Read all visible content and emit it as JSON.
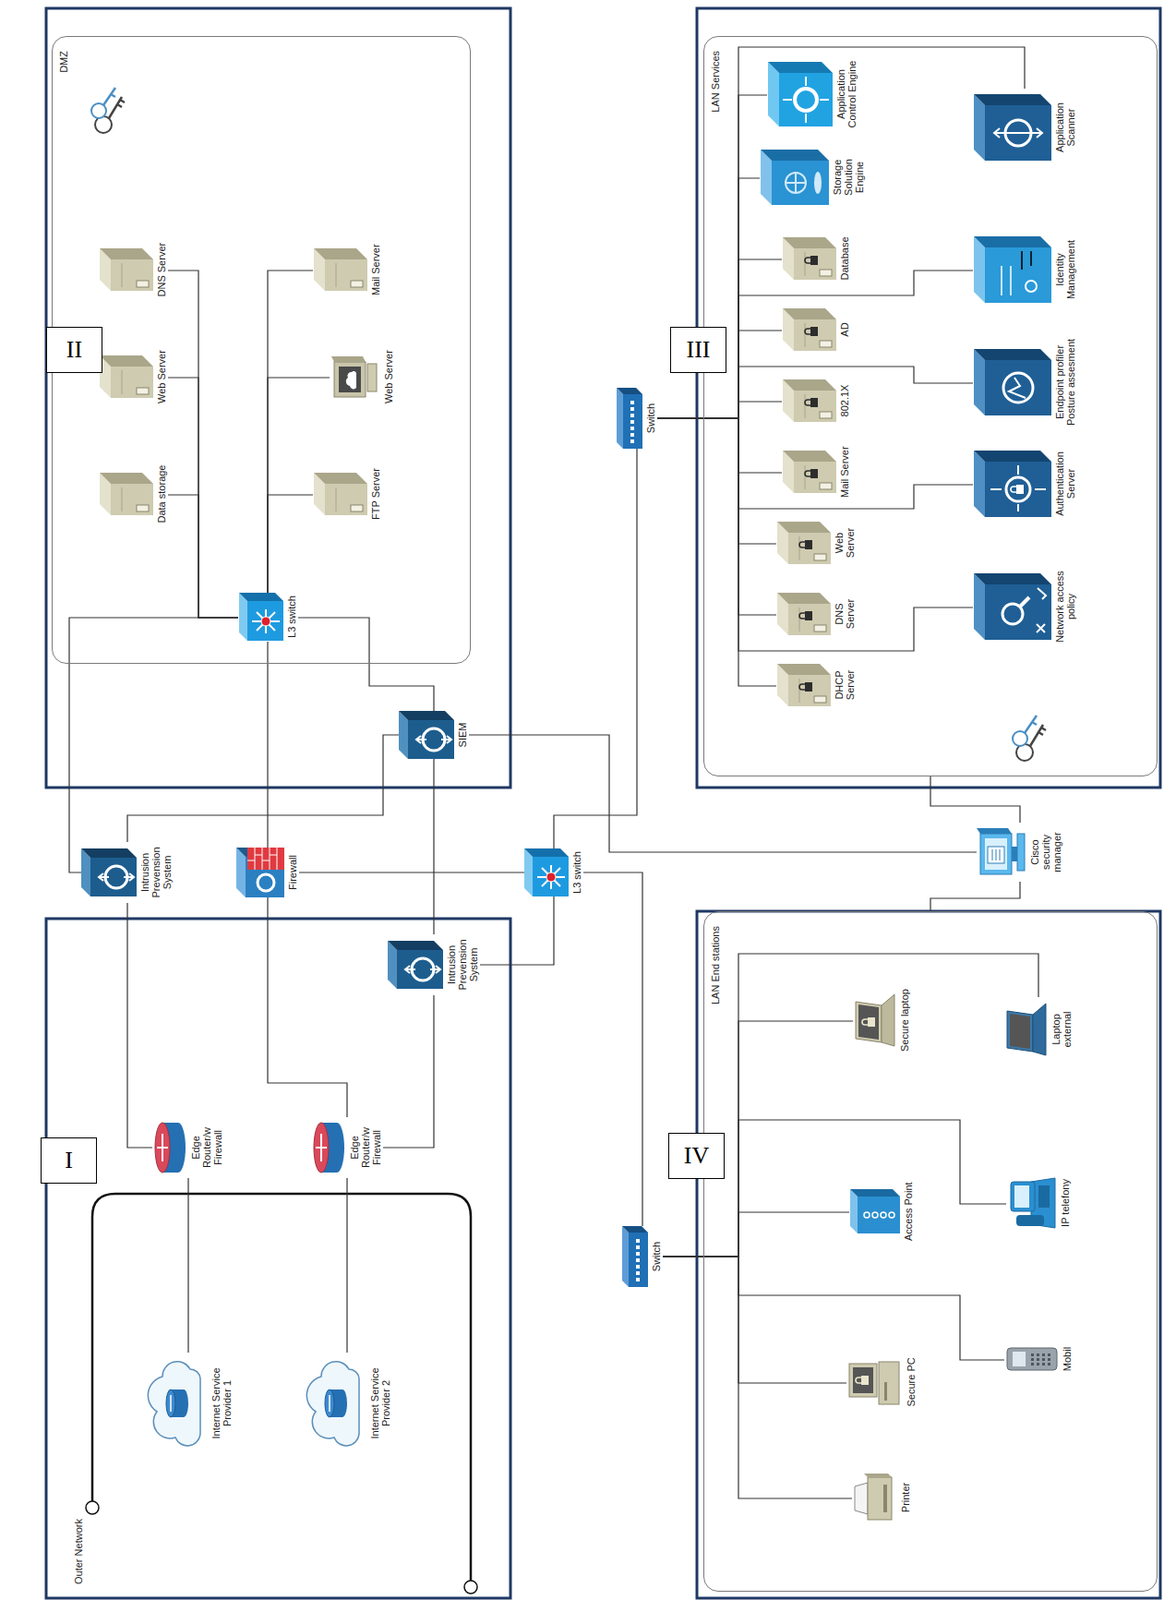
{
  "diagram": {
    "nodes": [
      {
        "text": [
          "DMZ"
        ]
      },
      {
        "text": [
          "Data storage"
        ],
        "in": 0
      },
      {
        "text": [
          "Web Server"
        ],
        "in": 0
      },
      {
        "text": [
          "DNS Server"
        ],
        "in": 0
      },
      {
        "text": [
          "FTP Server"
        ],
        "in": 0
      },
      {
        "text": [
          "Web Server"
        ],
        "in": 0
      },
      {
        "text": [
          "Mail Server"
        ],
        "in": 0
      },
      {
        "text": [
          "L3 switch"
        ],
        "in": 0
      },
      {
        "text": [
          "LAN Services"
        ]
      },
      {
        "text": [
          "DHCP Server"
        ],
        "in": 8
      },
      {
        "text": [
          "DNS Server"
        ],
        "in": 8
      },
      {
        "text": [
          "Web Server"
        ],
        "in": 8
      },
      {
        "text": [
          "Mail Server"
        ],
        "in": 8
      },
      {
        "text": [
          "802.1X"
        ],
        "in": 8
      },
      {
        "text": [
          "AD"
        ],
        "in": 8
      },
      {
        "text": [
          "Database"
        ],
        "in": 8
      },
      {
        "text": [
          "Storage Solution Engine"
        ],
        "in": 8
      },
      {
        "text": [
          "Application Control Engine"
        ],
        "in": 8
      },
      {
        "text": [
          "Network access policy"
        ],
        "in": 8
      },
      {
        "text": [
          "Authentication Server"
        ],
        "in": 8
      },
      {
        "text": [
          "Endpoint profiler Posture assesment"
        ],
        "in": 8
      },
      {
        "text": [
          "Identity Management"
        ],
        "in": 8
      },
      {
        "text": [
          "Application Scanner"
        ],
        "in": 8
      },
      {
        "text": [
          "Switch"
        ]
      },
      {
        "text": [
          "LAN End stations"
        ]
      },
      {
        "text": [
          "Secure laptop"
        ],
        "in": 24
      },
      {
        "text": [
          "Access Point"
        ],
        "in": 24
      },
      {
        "text": [
          "Secure PC"
        ],
        "in": 24
      },
      {
        "text": [
          "Printer"
        ],
        "in": 24
      },
      {
        "text": [
          "Laptop external"
        ],
        "in": 24
      },
      {
        "text": [
          "IP telefony"
        ],
        "in": 24
      },
      {
        "text": [
          "Mobil"
        ],
        "in": 24
      },
      {
        "text": [
          "Switch"
        ]
      },
      {
        "text": [
          "Internet Service Provider 1"
        ]
      },
      {
        "text": [
          "Internet Service Provider 2"
        ]
      },
      {
        "text": [
          "Edge Router/w Firewall"
        ]
      },
      {
        "text": [
          "Edge Router/w Firewall"
        ]
      },
      {
        "text": [
          "Intrusion Prevension System"
        ]
      },
      {
        "text": [
          "Firewall"
        ]
      },
      {
        "text": [
          "Intrusion Prevension System"
        ]
      },
      {
        "text": [
          "L3 switch"
        ]
      },
      {
        "text": [
          "SIEM"
        ]
      },
      {
        "text": [
          "Cisco security manager"
        ]
      },
      {
        "text": [
          "I"
        ]
      },
      {
        "text": [
          "II"
        ]
      },
      {
        "text": [
          "III"
        ]
      },
      {
        "text": [
          "IV"
        ]
      }
    ],
    "edges": [
      {
        "from": 33,
        "to": 35,
        "arrow": "none"
      },
      {
        "from": 34,
        "to": 36,
        "arrow": "none"
      },
      {
        "from": 35,
        "to": 37,
        "arrow": "none"
      },
      {
        "from": 36,
        "to": 38,
        "arrow": "none"
      },
      {
        "from": 36,
        "to": 39,
        "arrow": "none"
      },
      {
        "from": 37,
        "to": 41,
        "arrow": "none"
      },
      {
        "from": 37,
        "to": 7,
        "arrow": "none"
      },
      {
        "from": 38,
        "to": 7,
        "arrow": "none"
      },
      {
        "from": 38,
        "to": 40,
        "arrow": "none"
      },
      {
        "from": 40,
        "to": 39,
        "arrow": "none"
      },
      {
        "from": 39,
        "to": 41,
        "arrow": "none"
      },
      {
        "from": 41,
        "to": 7,
        "arrow": "none"
      },
      {
        "from": 40,
        "to": 23,
        "arrow": "none"
      },
      {
        "from": 40,
        "to": 32,
        "arrow": "none"
      },
      {
        "from": 41,
        "to": 42,
        "arrow": "none"
      },
      {
        "from": 42,
        "to": 8,
        "arrow": "none"
      },
      {
        "from": 42,
        "to": 24,
        "arrow": "none"
      },
      {
        "from": 23,
        "to": 9,
        "arrow": "none"
      },
      {
        "from": 23,
        "to": 10,
        "arrow": "none"
      },
      {
        "from": 23,
        "to": 11,
        "arrow": "none"
      },
      {
        "from": 23,
        "to": 12,
        "arrow": "none"
      },
      {
        "from": 23,
        "to": 13,
        "arrow": "none"
      },
      {
        "from": 23,
        "to": 14,
        "arrow": "none"
      },
      {
        "from": 23,
        "to": 15,
        "arrow": "none"
      },
      {
        "from": 23,
        "to": 16,
        "arrow": "none"
      },
      {
        "from": 23,
        "to": 17,
        "arrow": "none"
      },
      {
        "from": 23,
        "to": 18,
        "arrow": "none"
      },
      {
        "from": 23,
        "to": 19,
        "arrow": "none"
      },
      {
        "from": 23,
        "to": 20,
        "arrow": "none"
      },
      {
        "from": 23,
        "to": 21,
        "arrow": "none"
      },
      {
        "from": 23,
        "to": 22,
        "arrow": "none"
      },
      {
        "from": 32,
        "to": 28,
        "arrow": "none"
      },
      {
        "from": 32,
        "to": 27,
        "arrow": "none"
      },
      {
        "from": 32,
        "to": 26,
        "arrow": "none"
      },
      {
        "from": 32,
        "to": 25,
        "arrow": "none"
      },
      {
        "from": 32,
        "to": 31,
        "arrow": "none"
      },
      {
        "from": 32,
        "to": 30,
        "arrow": "none"
      },
      {
        "from": 32,
        "to": 29,
        "arrow": "none"
      },
      {
        "from": 7,
        "to": 1,
        "arrow": "none"
      },
      {
        "from": 7,
        "to": 2,
        "arrow": "none"
      },
      {
        "from": 7,
        "to": 3,
        "arrow": "none"
      },
      {
        "from": 7,
        "to": 4,
        "arrow": "none"
      },
      {
        "from": 7,
        "to": 5,
        "arrow": "none"
      },
      {
        "from": 7,
        "to": 6,
        "arrow": "none"
      }
    ],
    "labels": [
      "Outer Network"
    ]
  }
}
